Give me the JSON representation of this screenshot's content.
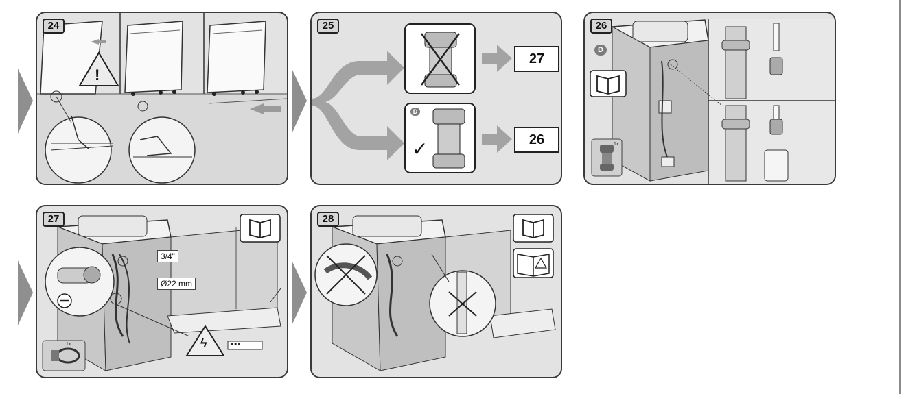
{
  "steps": {
    "s24": "24",
    "s25": "25",
    "s26": "26",
    "s27": "27",
    "s28": "28"
  },
  "panel25": {
    "target_top": "27",
    "target_bottom": "26",
    "badge": "D",
    "check_mark": "✓"
  },
  "panel26": {
    "badge": "D",
    "qty": "1x"
  },
  "panel27": {
    "thread_label": "3/4\"",
    "diameter_label": "Ø22 mm",
    "qty": "1x",
    "ratings_plate": "■ ■ ■"
  },
  "icons": {
    "manual": "open-book-icon",
    "warning": "warning-triangle-icon",
    "electric": "high-voltage-icon",
    "no_stop": "minus-circle-icon"
  },
  "colors": {
    "panel_bg": "#e3e3e3",
    "border": "#3a3a3a",
    "arrow": "#9a9a9a",
    "chevron": "#8f8f8f"
  },
  "warning_glyph": "!",
  "electric_glyph": "ϟ"
}
